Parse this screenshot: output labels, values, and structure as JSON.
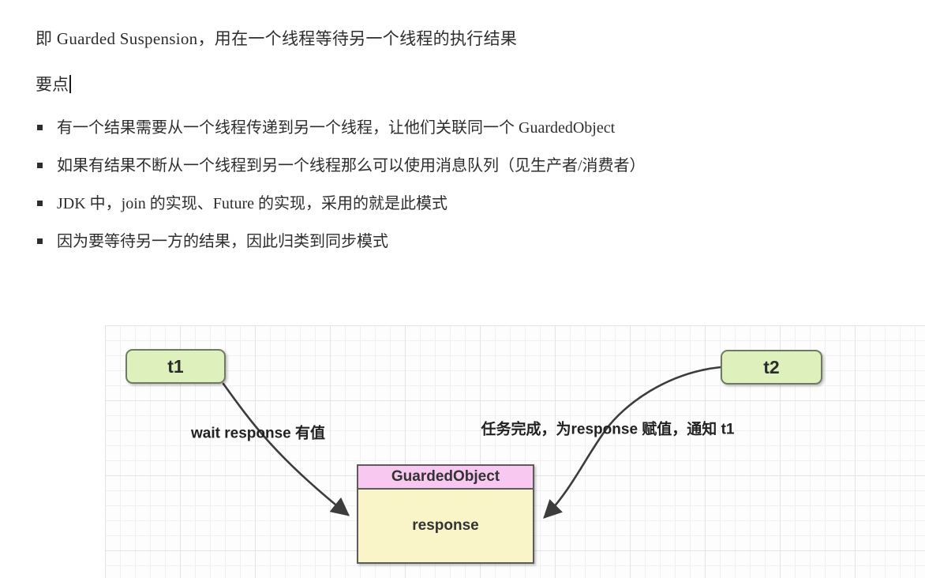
{
  "doc": {
    "intro": "即 Guarded Suspension，用在一个线程等待另一个线程的执行结果",
    "section_heading": "要点",
    "bullets": [
      "有一个结果需要从一个线程传递到另一个线程，让他们关联同一个 GuardedObject",
      "如果有结果不断从一个线程到另一个线程那么可以使用消息队列（见生产者/消费者）",
      "JDK 中，join 的实现、Future 的实现，采用的就是此模式",
      "因为要等待另一方的结果，因此归类到同步模式"
    ]
  },
  "diagram": {
    "nodes": {
      "t1": "t1",
      "t2": "t2",
      "guarded_object_title": "GuardedObject",
      "guarded_object_field": "response"
    },
    "edge_labels": {
      "t1_to_guarded": "wait response 有值",
      "t2_to_guarded": "任务完成，为response 赋值，通知 t1"
    },
    "colors": {
      "node_green": "#def1bd",
      "header_pink": "#f9c8f0",
      "body_yellow": "#faf5c8",
      "arrow": "#3c3c3c"
    }
  }
}
